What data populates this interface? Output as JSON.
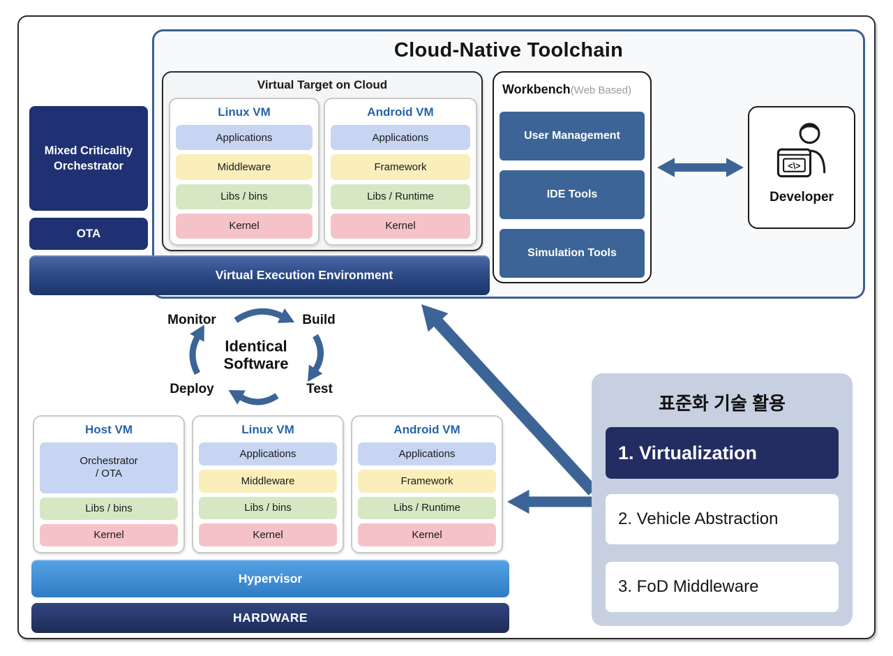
{
  "toolchain": {
    "title": "Cloud-Native Toolchain",
    "virtual_target": {
      "title": "Virtual Target on Cloud",
      "vms": [
        {
          "name": "Linux VM",
          "layers": [
            "Applications",
            "Middleware",
            "Libs / bins",
            "Kernel"
          ]
        },
        {
          "name": "Android VM",
          "layers": [
            "Applications",
            "Framework",
            "Libs / Runtime",
            "Kernel"
          ]
        }
      ]
    },
    "workbench": {
      "title": "Workbench",
      "subtitle": "(Web Based)",
      "tools": [
        "User Management",
        "IDE Tools",
        "Simulation Tools"
      ]
    },
    "developer_label": "Developer",
    "developer_code_glyph": "<\\>"
  },
  "orchestrator_column": {
    "orchestrator": "Mixed Criticality\nOrchestrator",
    "ota": "OTA",
    "vee": "Virtual Execution Environment"
  },
  "cycle": {
    "steps": [
      "Monitor",
      "Build",
      "Test",
      "Deploy"
    ],
    "center_line1": "Identical",
    "center_line2": "Software"
  },
  "device_stack": {
    "vms": [
      {
        "name": "Host VM",
        "layers": [
          "Orchestrator\n/ OTA",
          "Libs / bins",
          "Kernel"
        ]
      },
      {
        "name": "Linux VM",
        "layers": [
          "Applications",
          "Middleware",
          "Libs / bins",
          "Kernel"
        ]
      },
      {
        "name": "Android VM",
        "layers": [
          "Applications",
          "Framework",
          "Libs / Runtime",
          "Kernel"
        ]
      }
    ],
    "hypervisor": "Hypervisor",
    "hardware": "HARDWARE"
  },
  "standards_panel": {
    "title": "표준화 기술 활용",
    "items": [
      "1. Virtualization",
      "2. Vehicle Abstraction",
      "3. FoD Middleware"
    ]
  },
  "colors": {
    "accent_arrow_blue": "#3c6496",
    "toolchain_border_blue": "#3a6195",
    "navy_box": "#1f3173",
    "standards_active_navy": "#232d62",
    "standards_panel_bg": "#c7d0e0",
    "workbench_tool_blue": "#3d6496",
    "vm_title_blue": "#2563ab",
    "layer_blue": "#c7d5f2",
    "layer_yellow": "#faeebb",
    "layer_green": "#d5e8c3",
    "layer_red": "#f5c3c7",
    "hypervisor_blue": "#2f7cc6",
    "hardware_navy": "#1d2c57"
  }
}
